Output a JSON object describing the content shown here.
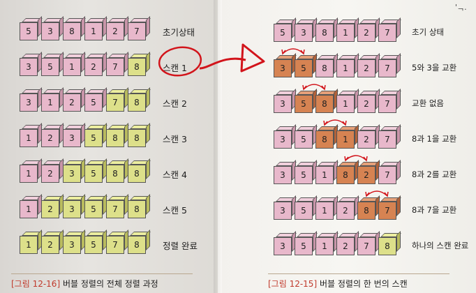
{
  "left_figure": {
    "rows": [
      {
        "values": [
          "5",
          "3",
          "8",
          "1",
          "2",
          "7"
        ],
        "colors": [
          "pink",
          "pink",
          "pink",
          "pink",
          "pink",
          "pink"
        ],
        "label": "초기상태"
      },
      {
        "values": [
          "3",
          "5",
          "1",
          "2",
          "7",
          "8"
        ],
        "colors": [
          "pink",
          "pink",
          "pink",
          "pink",
          "pink",
          "yellow"
        ],
        "label": "스캔 1"
      },
      {
        "values": [
          "3",
          "1",
          "2",
          "5",
          "7",
          "8"
        ],
        "colors": [
          "pink",
          "pink",
          "pink",
          "pink",
          "yellow",
          "yellow"
        ],
        "label": "스캔 2"
      },
      {
        "values": [
          "1",
          "2",
          "3",
          "5",
          "8",
          "8"
        ],
        "colors": [
          "pink",
          "pink",
          "pink",
          "yellow",
          "yellow",
          "yellow"
        ],
        "label": "스캔 3"
      },
      {
        "values": [
          "1",
          "2",
          "3",
          "5",
          "8",
          "8"
        ],
        "colors": [
          "pink",
          "pink",
          "yellow",
          "yellow",
          "yellow",
          "yellow"
        ],
        "label": "스캔 4"
      },
      {
        "values": [
          "1",
          "2",
          "3",
          "5",
          "7",
          "8"
        ],
        "colors": [
          "pink",
          "yellow",
          "yellow",
          "yellow",
          "yellow",
          "yellow"
        ],
        "label": "스캔 5"
      },
      {
        "values": [
          "1",
          "2",
          "3",
          "5",
          "7",
          "8"
        ],
        "colors": [
          "yellow",
          "yellow",
          "yellow",
          "yellow",
          "yellow",
          "yellow"
        ],
        "label": "정렬 완료"
      }
    ],
    "caption": {
      "tag": "[그림 12-16]",
      "text": "버블 정렬의 전체 정렬 과정"
    }
  },
  "right_figure": {
    "rows": [
      {
        "values": [
          "5",
          "3",
          "8",
          "1",
          "2",
          "7"
        ],
        "colors": [
          "pink",
          "pink",
          "pink",
          "pink",
          "pink",
          "pink"
        ],
        "label": "초기 상태",
        "swap": null
      },
      {
        "values": [
          "3",
          "5",
          "8",
          "1",
          "2",
          "7"
        ],
        "colors": [
          "orange",
          "orange",
          "pink",
          "pink",
          "pink",
          "pink"
        ],
        "label": "5와 3을 교환",
        "swap": [
          0,
          1
        ]
      },
      {
        "values": [
          "3",
          "5",
          "8",
          "1",
          "2",
          "7"
        ],
        "colors": [
          "pink",
          "orange",
          "orange",
          "pink",
          "pink",
          "pink"
        ],
        "label": "교환 없음",
        "swap": [
          1,
          2
        ]
      },
      {
        "values": [
          "3",
          "5",
          "8",
          "1",
          "2",
          "7"
        ],
        "colors": [
          "pink",
          "pink",
          "orange",
          "orange",
          "pink",
          "pink"
        ],
        "label": "8과 1을 교환",
        "swap": [
          2,
          3
        ]
      },
      {
        "values": [
          "3",
          "5",
          "1",
          "8",
          "2",
          "7"
        ],
        "colors": [
          "pink",
          "pink",
          "pink",
          "orange",
          "orange",
          "pink"
        ],
        "label": "8과 2를 교환",
        "swap": [
          3,
          4
        ]
      },
      {
        "values": [
          "3",
          "5",
          "1",
          "2",
          "8",
          "7"
        ],
        "colors": [
          "pink",
          "pink",
          "pink",
          "pink",
          "orange",
          "orange"
        ],
        "label": "8과 7을 교환",
        "swap": [
          4,
          5
        ]
      },
      {
        "values": [
          "3",
          "5",
          "1",
          "2",
          "7",
          "8"
        ],
        "colors": [
          "pink",
          "pink",
          "pink",
          "pink",
          "pink",
          "yellow"
        ],
        "label": "하나의 스캔 완료",
        "swap": null
      }
    ],
    "caption": {
      "tag": "[그림 12-15]",
      "text": "버블 정렬의 한 번의 스캔"
    }
  },
  "annotation": {
    "color": "#d2141b"
  },
  "corner_mark": "'ᆨ."
}
